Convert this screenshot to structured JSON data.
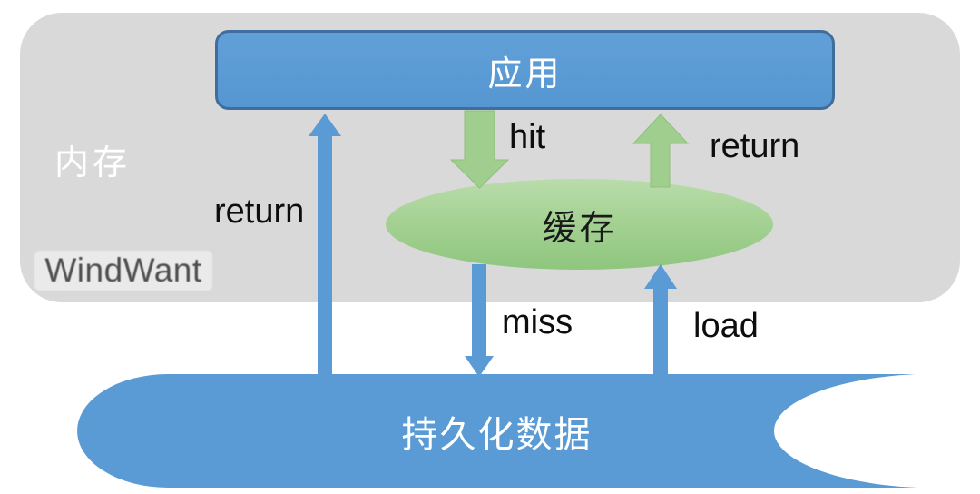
{
  "diagram": {
    "title": "cache architecture diagram",
    "memory_region": {
      "label": "内存"
    },
    "watermark": {
      "text": "WindWant"
    },
    "app_node": {
      "label": "应用"
    },
    "cache_node": {
      "label": "缓存"
    },
    "persistent_node": {
      "label": "持久化数据"
    },
    "arrows": {
      "app_return": {
        "label": "return",
        "direction": "up",
        "color": "blue",
        "from": "持久化数据",
        "to": "应用"
      },
      "hit": {
        "label": "hit",
        "direction": "down",
        "color": "green",
        "from": "应用",
        "to": "缓存"
      },
      "cache_return": {
        "label": "return",
        "direction": "up",
        "color": "green",
        "from": "缓存",
        "to": "应用"
      },
      "miss": {
        "label": "miss",
        "direction": "down",
        "color": "blue",
        "from": "缓存",
        "to": "持久化数据"
      },
      "load": {
        "label": "load",
        "direction": "up",
        "color": "blue",
        "from": "持久化数据",
        "to": "缓存"
      }
    },
    "colors": {
      "node_blue": "#5b9bd5",
      "node_blue_border": "#3f6e9e",
      "node_green": "#a5d294",
      "arrow_green": "#a0ce8e",
      "region_gray": "#d9d9d9",
      "label_text": "#0d0d0d",
      "node_text_light": "#ffffff"
    }
  }
}
